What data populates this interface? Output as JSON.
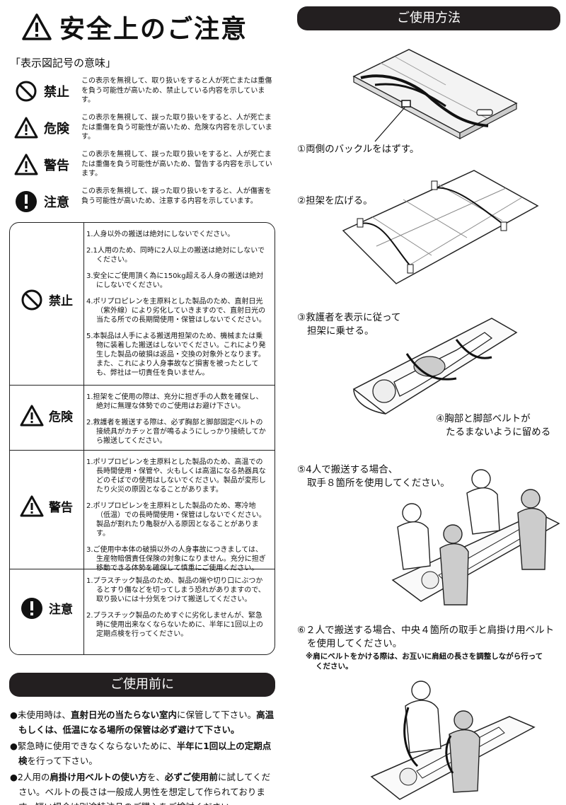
{
  "title": "安全上のご注意",
  "legend_heading": "「表示図記号の意味」",
  "legend": [
    {
      "label": "禁止",
      "icon": "prohibition-icon",
      "text": "この表示を無視して、取り扱いをすると人が死亡または重傷を負う可能性が高いため、禁止している内容を示しています。"
    },
    {
      "label": "危険",
      "icon": "warning-triangle-icon",
      "text": "この表示を無視して、誤った取り扱いをすると、人が死亡または重傷を負う可能性が高いため、危険な内容を示しています。"
    },
    {
      "label": "警告",
      "icon": "warning-triangle-icon",
      "text": "この表示を無視して、誤った取り扱いをすると、人が死亡または重傷を負う可能性が高いため、警告する内容を示しています。"
    },
    {
      "label": "注意",
      "icon": "exclamation-circle-icon",
      "text": "この表示を無視して、誤った取り扱いをすると、人が傷害を負う可能性が高いため、注意する内容を示しています。"
    }
  ],
  "sections": [
    {
      "label": "禁止",
      "items": [
        "1.人身以外の搬送は絶対にしないでください。",
        "2.1人用のため、同時に2人以上の搬送は絶対にしないでください。",
        "3.安全にご使用頂く為に150kg超える人身の搬送は絶対にしないでください。",
        "4.ポリプロピレンを主原料とした製品のため、直射日光（紫外線）により劣化していきますので、直射日光の当たる所での長期間使用・保管はしないでください。",
        "5.本製品は人手による搬送用担架のため、機械または乗物に装着した搬送はしないでください。これにより発生した製品の破損は返品・交換の対象外となります。また、これにより人身事故など損害を被ったとしても、弊社は一切責任を負いません。"
      ]
    },
    {
      "label": "危険",
      "items": [
        "1.担架をご使用の際は、充分に担ぎ手の人数を確保し、絶対に無理な体勢でのご使用はお避け下さい。",
        "2.救護者を搬送する際は、必ず胸部と脚部固定ベルトの接続具がカチッと音が鳴るようにしっかり接続してから搬送してください。"
      ]
    },
    {
      "label": "警告",
      "items": [
        "1.ポリプロピレンを主原料とした製品のため、高温での長時間使用・保管や、火もしくは高温になる熱器具などのそばでの使用はしないでください。製品が変形したり火災の原因となることがあります。",
        "2.ポリプロピレンを主原料とした製品のため、寒冷地（低温）での長時間使用・保管はしないでください。製品が割れたり亀裂が入る原因となることがあります。",
        "3.ご使用中本体の破損以外の人身事故につきましては、生産物賠償責任保険の対象になりません。充分に担ぎ移動できる体勢を確保して慎重にご使用ください。"
      ]
    },
    {
      "label": "注意",
      "items": [
        "1.プラスチック製品のため、製品の端や切り口にぶつかるとすり傷などを切ってしまう恐れがありますので、取り扱いには十分気をつけて搬送してください。",
        "2.プラスチック製品のためすぐに劣化しませんが、緊急時に使用出来なくならないために、半年に1回以上の定期点検を行ってください。"
      ]
    }
  ],
  "before_use_heading": "ご使用前に",
  "before_use": [
    {
      "parts": [
        [
          "未使用時は、",
          false
        ],
        [
          "直射日光の当たらない室内",
          true
        ],
        [
          "に保管して下さい。",
          false
        ],
        [
          "高温もしくは、低温になる場所の保管は必ず避けて下さい。",
          true
        ]
      ]
    },
    {
      "parts": [
        [
          "緊急時に使用できなくならないために、",
          false
        ],
        [
          "半年に1回以上の定期点検",
          true
        ],
        [
          "を行って下さい。",
          false
        ]
      ]
    },
    {
      "parts": [
        [
          "2人用の",
          false
        ],
        [
          "肩掛け用ベルトの使い方",
          true
        ],
        [
          "を、",
          false
        ],
        [
          "必ずご使用前",
          true
        ],
        [
          "に試してください。ベルトの長さは一般成人男性を想定して作られております。短い場合は別途特注品のご購入をご検討ください。",
          false
        ]
      ]
    }
  ],
  "usage_heading": "ご使用方法",
  "steps": {
    "s1": "①両側のバックルをはずす。",
    "s2": "②担架を広げる。",
    "s3a": "③救護者を表示に従って",
    "s3b": "担架に乗せる。",
    "s4a": "④胸部と脚部ベルトが",
    "s4b": "たるまないように留める",
    "s5a": "⑤4人で搬送する場合、",
    "s5b": "取手８箇所を使用してください。",
    "s6a": "⑥２人で搬送する場合、中央４箇所の取手と肩掛け用ベルト",
    "s6b": "を使用してください。",
    "note_a": "※肩にベルトをかける際は、お互いに肩紐の長さを調整しながら行って",
    "note_b": "ください。"
  },
  "colors": {
    "pill": "#231f20",
    "ink": "#111111"
  }
}
